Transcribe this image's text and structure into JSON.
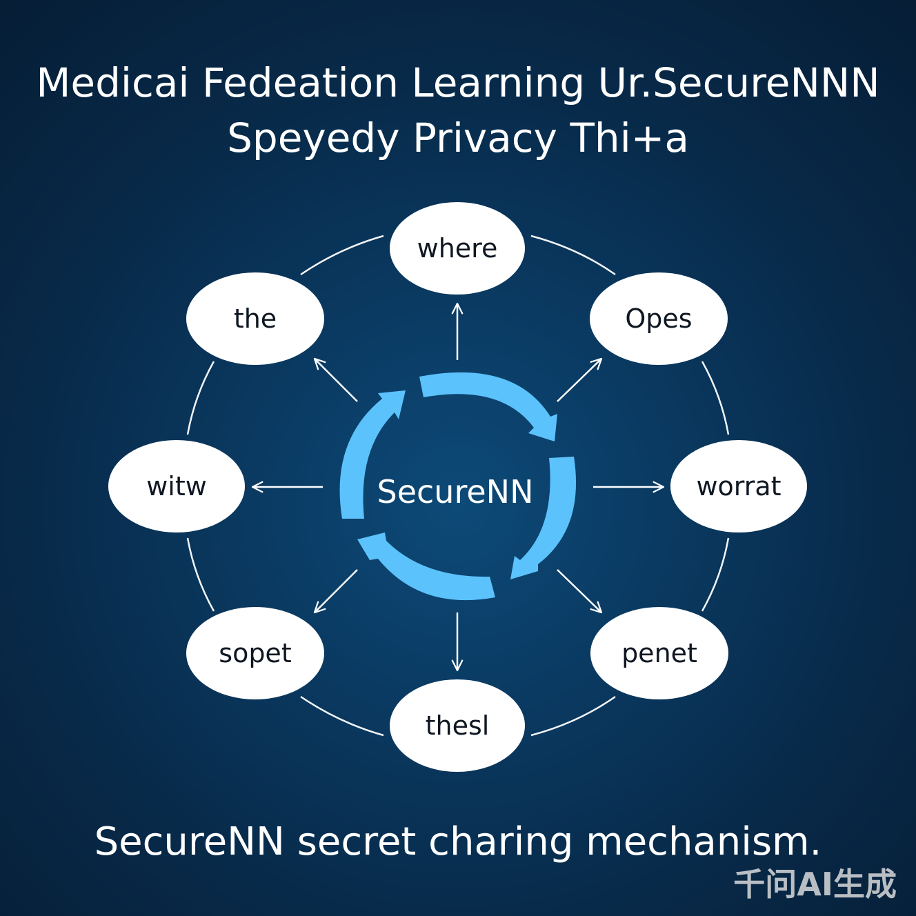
{
  "title": {
    "line1": "Medicai Fedeation Learning Ur.SecureNNN",
    "line2": "Speyedy Privacy Thi+a"
  },
  "center": {
    "label": "SecureNN"
  },
  "nodes": {
    "top": "where",
    "top_right": "Opes",
    "right": "worrat",
    "bottom_right": "penet",
    "bottom": "thesl",
    "bottom_left": "sopet",
    "left": "witw",
    "top_left": "the"
  },
  "caption": "SecureNN secret charing mechanism.",
  "watermark": "千问AI生成",
  "colors": {
    "background": "#0a3a62",
    "cycle_arrow": "#5cc2fb",
    "node_fill": "#ffffff",
    "node_text": "#0f1722",
    "connector": "#ffffff"
  }
}
